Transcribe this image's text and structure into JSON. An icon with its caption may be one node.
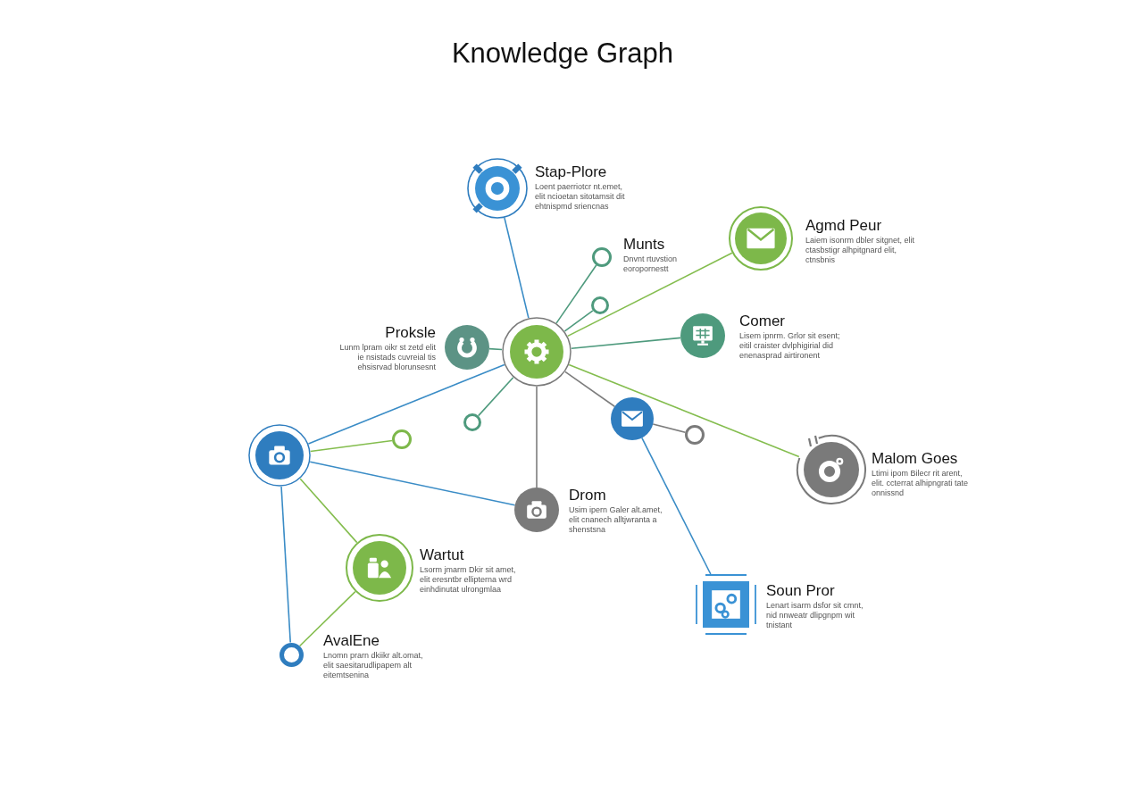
{
  "diagram": {
    "title": "Knowledge Graph",
    "nodes": [
      {
        "text": [],
        "shape": "circle",
        "beside": [
          "Stap-Plore",
          "Loent paerriotcr nt.emet, elit ncioetan sitotamsit dit ehtnispmd sriencnas"
        ]
      },
      {
        "text": [],
        "shape": "circle",
        "beside": [
          "Munts",
          "Dnvnt rtuvstion eoropornestt"
        ]
      },
      {
        "text": [],
        "shape": "circle",
        "beside": [
          "Agmd Peur",
          "Laiem isonrm dbler sitgnet, elit ctasbstigr alhpitgnard elit, ctnsbnis"
        ]
      },
      {
        "text": [],
        "shape": "circle"
      },
      {
        "text": [],
        "shape": "circle",
        "beside": [
          "Proksle",
          "Lunm lpram oikr st zetd elit ie nsistads cuvreial tis ehsisrvad blorunsesnt"
        ]
      },
      {
        "text": [],
        "shape": "circle"
      },
      {
        "text": [],
        "shape": "circle",
        "beside": [
          "Comer",
          "Lisem ipnrm. Grlor sit esent; eitil craister dvlphigirial did enenasprad airtironent"
        ]
      },
      {
        "text": [],
        "shape": "circle"
      },
      {
        "text": [],
        "shape": "circle"
      },
      {
        "text": [],
        "shape": "circle"
      },
      {
        "text": [],
        "shape": "circle"
      },
      {
        "text": [],
        "shape": "circle"
      },
      {
        "text": [],
        "shape": "circle",
        "beside": [
          "Malom Goes",
          "Ltimi ipom Bilecr rit arent, elit. ccterrat alhipngrati tate onnissnd"
        ]
      },
      {
        "text": [],
        "shape": "circle",
        "beside": [
          "Drom",
          "Usim ipern Galer alt.amet, elit cnanech alltjwranta a shenstsna"
        ]
      },
      {
        "text": [],
        "shape": "circle",
        "beside": [
          "Wartut",
          "Lsorm jmarm Dkir sit amet, elit eresntbr ellipterna wrd einhdinutat ulrongmlaa"
        ]
      },
      {
        "text": [],
        "shape": "box",
        "beside": [
          "Soun Pror",
          "Lenart isarm dsfor sit cmnt, nid nnweatr dlipgnpm wit tnistant"
        ]
      },
      {
        "text": [],
        "shape": "circle",
        "beside": [
          "AvalEne",
          "Lnomn prarn dkiikr alt.omat, elit saesitarudlipapem alt eitemtsenina"
        ]
      }
    ],
    "edges": [
      {
        "from": 5,
        "to": 0,
        "arrow": "none",
        "color": "#3a8cc6"
      },
      {
        "from": 5,
        "to": 1,
        "arrow": "none",
        "color": "#4e9a7d"
      },
      {
        "from": 5,
        "to": 2,
        "arrow": "none",
        "color": "#84bd4e"
      },
      {
        "from": 5,
        "to": 3,
        "arrow": "none",
        "color": "#4e9a7d"
      },
      {
        "from": 5,
        "to": 4,
        "arrow": "none",
        "color": "#4e9a7d"
      },
      {
        "from": 5,
        "to": 6,
        "arrow": "none",
        "color": "#4e9a7d"
      },
      {
        "from": 5,
        "to": 7,
        "arrow": "none",
        "color": "#4e9a7d"
      },
      {
        "from": 5,
        "to": 8,
        "arrow": "none",
        "color": "#7d7d7d"
      },
      {
        "from": 5,
        "to": 10,
        "arrow": "none",
        "color": "#3a8cc6"
      },
      {
        "from": 5,
        "to": 12,
        "arrow": "none",
        "color": "#84bd4e"
      },
      {
        "from": 5,
        "to": 13,
        "arrow": "none",
        "color": "#7d7d7d"
      },
      {
        "from": 8,
        "to": 9,
        "arrow": "none",
        "color": "#7d7d7d"
      },
      {
        "from": 8,
        "to": 15,
        "arrow": "none",
        "color": "#3a8cc6"
      },
      {
        "from": 10,
        "to": 11,
        "arrow": "none",
        "color": "#84bd4e"
      },
      {
        "from": 10,
        "to": 13,
        "arrow": "none",
        "color": "#3a8cc6"
      },
      {
        "from": 10,
        "to": 14,
        "arrow": "none",
        "color": "#84bd4e"
      },
      {
        "from": 10,
        "to": 16,
        "arrow": "none",
        "color": "#3a8cc6"
      },
      {
        "from": 14,
        "to": 16,
        "arrow": "none",
        "color": "#84bd4e"
      }
    ]
  }
}
